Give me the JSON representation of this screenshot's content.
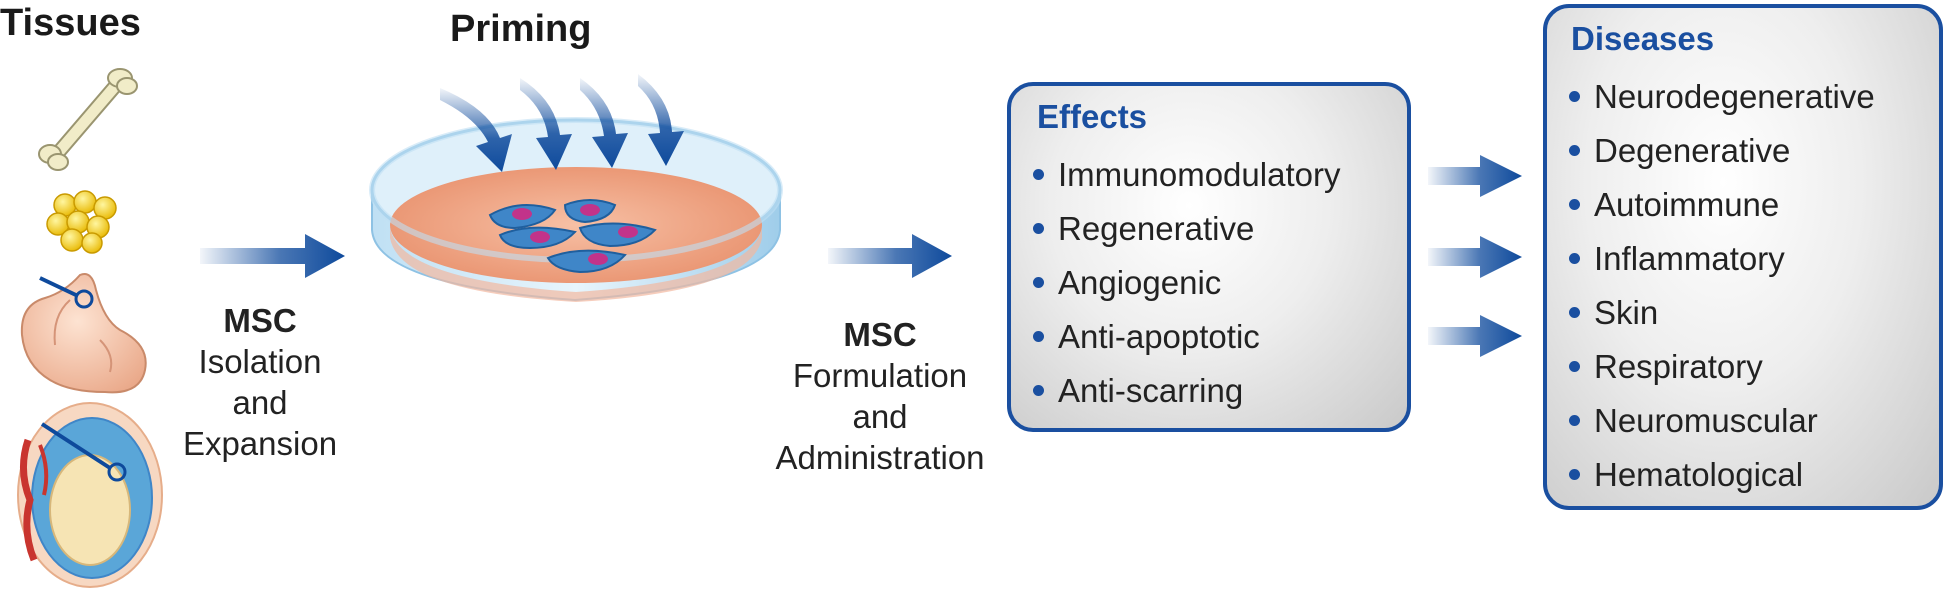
{
  "tissues": {
    "heading": "Tissues"
  },
  "priming": {
    "heading": "Priming"
  },
  "step1": {
    "bold": "MSC",
    "line2": "Isolation",
    "line3": "and",
    "line4": "Expansion"
  },
  "step2": {
    "bold": "MSC",
    "line2": "Formulation",
    "line3": "and",
    "line4": "Administration"
  },
  "effects": {
    "title": "Effects",
    "items": [
      "Immunomodulatory",
      "Regenerative",
      "Angiogenic",
      "Anti-apoptotic",
      "Anti-scarring"
    ]
  },
  "diseases": {
    "title": "Diseases",
    "items": [
      "Neurodegenerative",
      "Degenerative",
      "Autoimmune",
      "Inflammatory",
      "Skin",
      "Respiratory",
      "Neuromuscular",
      "Hematological"
    ]
  },
  "colors": {
    "accent": "#1a4fa0",
    "arrow": "#0e4a9c",
    "dish_media": "#f2a98a",
    "cell": "#3f86c8",
    "nucleus": "#c2338a"
  },
  "icons": [
    "bone-icon",
    "fat-tissue-icon",
    "fetus-icon",
    "placenta-icon",
    "petri-dish-icon",
    "cell-icon"
  ]
}
